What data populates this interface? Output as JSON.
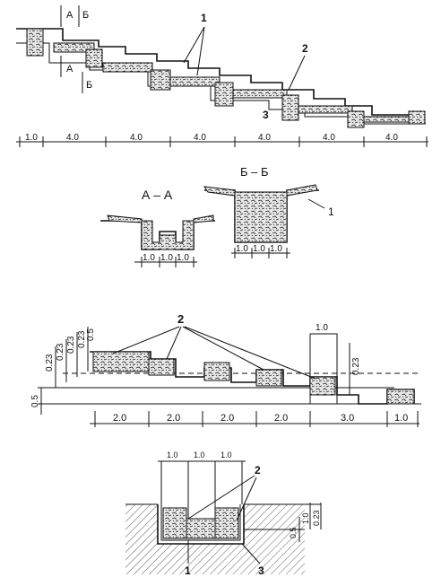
{
  "panel1": {
    "callouts": [
      "1",
      "2",
      "3"
    ],
    "section_marks": [
      "А",
      "Б",
      "А",
      "Б"
    ],
    "dims": [
      "1.0",
      "4.0",
      "4.0",
      "4.0",
      "4.0",
      "4.0",
      "4.0"
    ]
  },
  "panel2": {
    "title_a": "А – А",
    "title_b": "Б – Б",
    "callout": "1",
    "dims_a": [
      "1.0",
      "1.0",
      "1.0"
    ],
    "dims_b": [
      "1.0",
      "1.0",
      "1.0"
    ]
  },
  "panel3": {
    "callout": "2",
    "left_dims": [
      "0.5",
      "0.23",
      "0.23",
      "0.23",
      "0.23",
      "0.5"
    ],
    "top_dim": "1.0",
    "right_dim": "0.23",
    "bottom_dims": [
      "2.0",
      "2.0",
      "2.0",
      "2.0",
      "3.0",
      "1.0"
    ]
  },
  "panel4": {
    "top_dims": [
      "1.0",
      "1.0",
      "1.0"
    ],
    "right_dims": [
      "0.5",
      "1.0",
      "0.23"
    ],
    "callouts": [
      "2",
      "1",
      "3"
    ]
  }
}
